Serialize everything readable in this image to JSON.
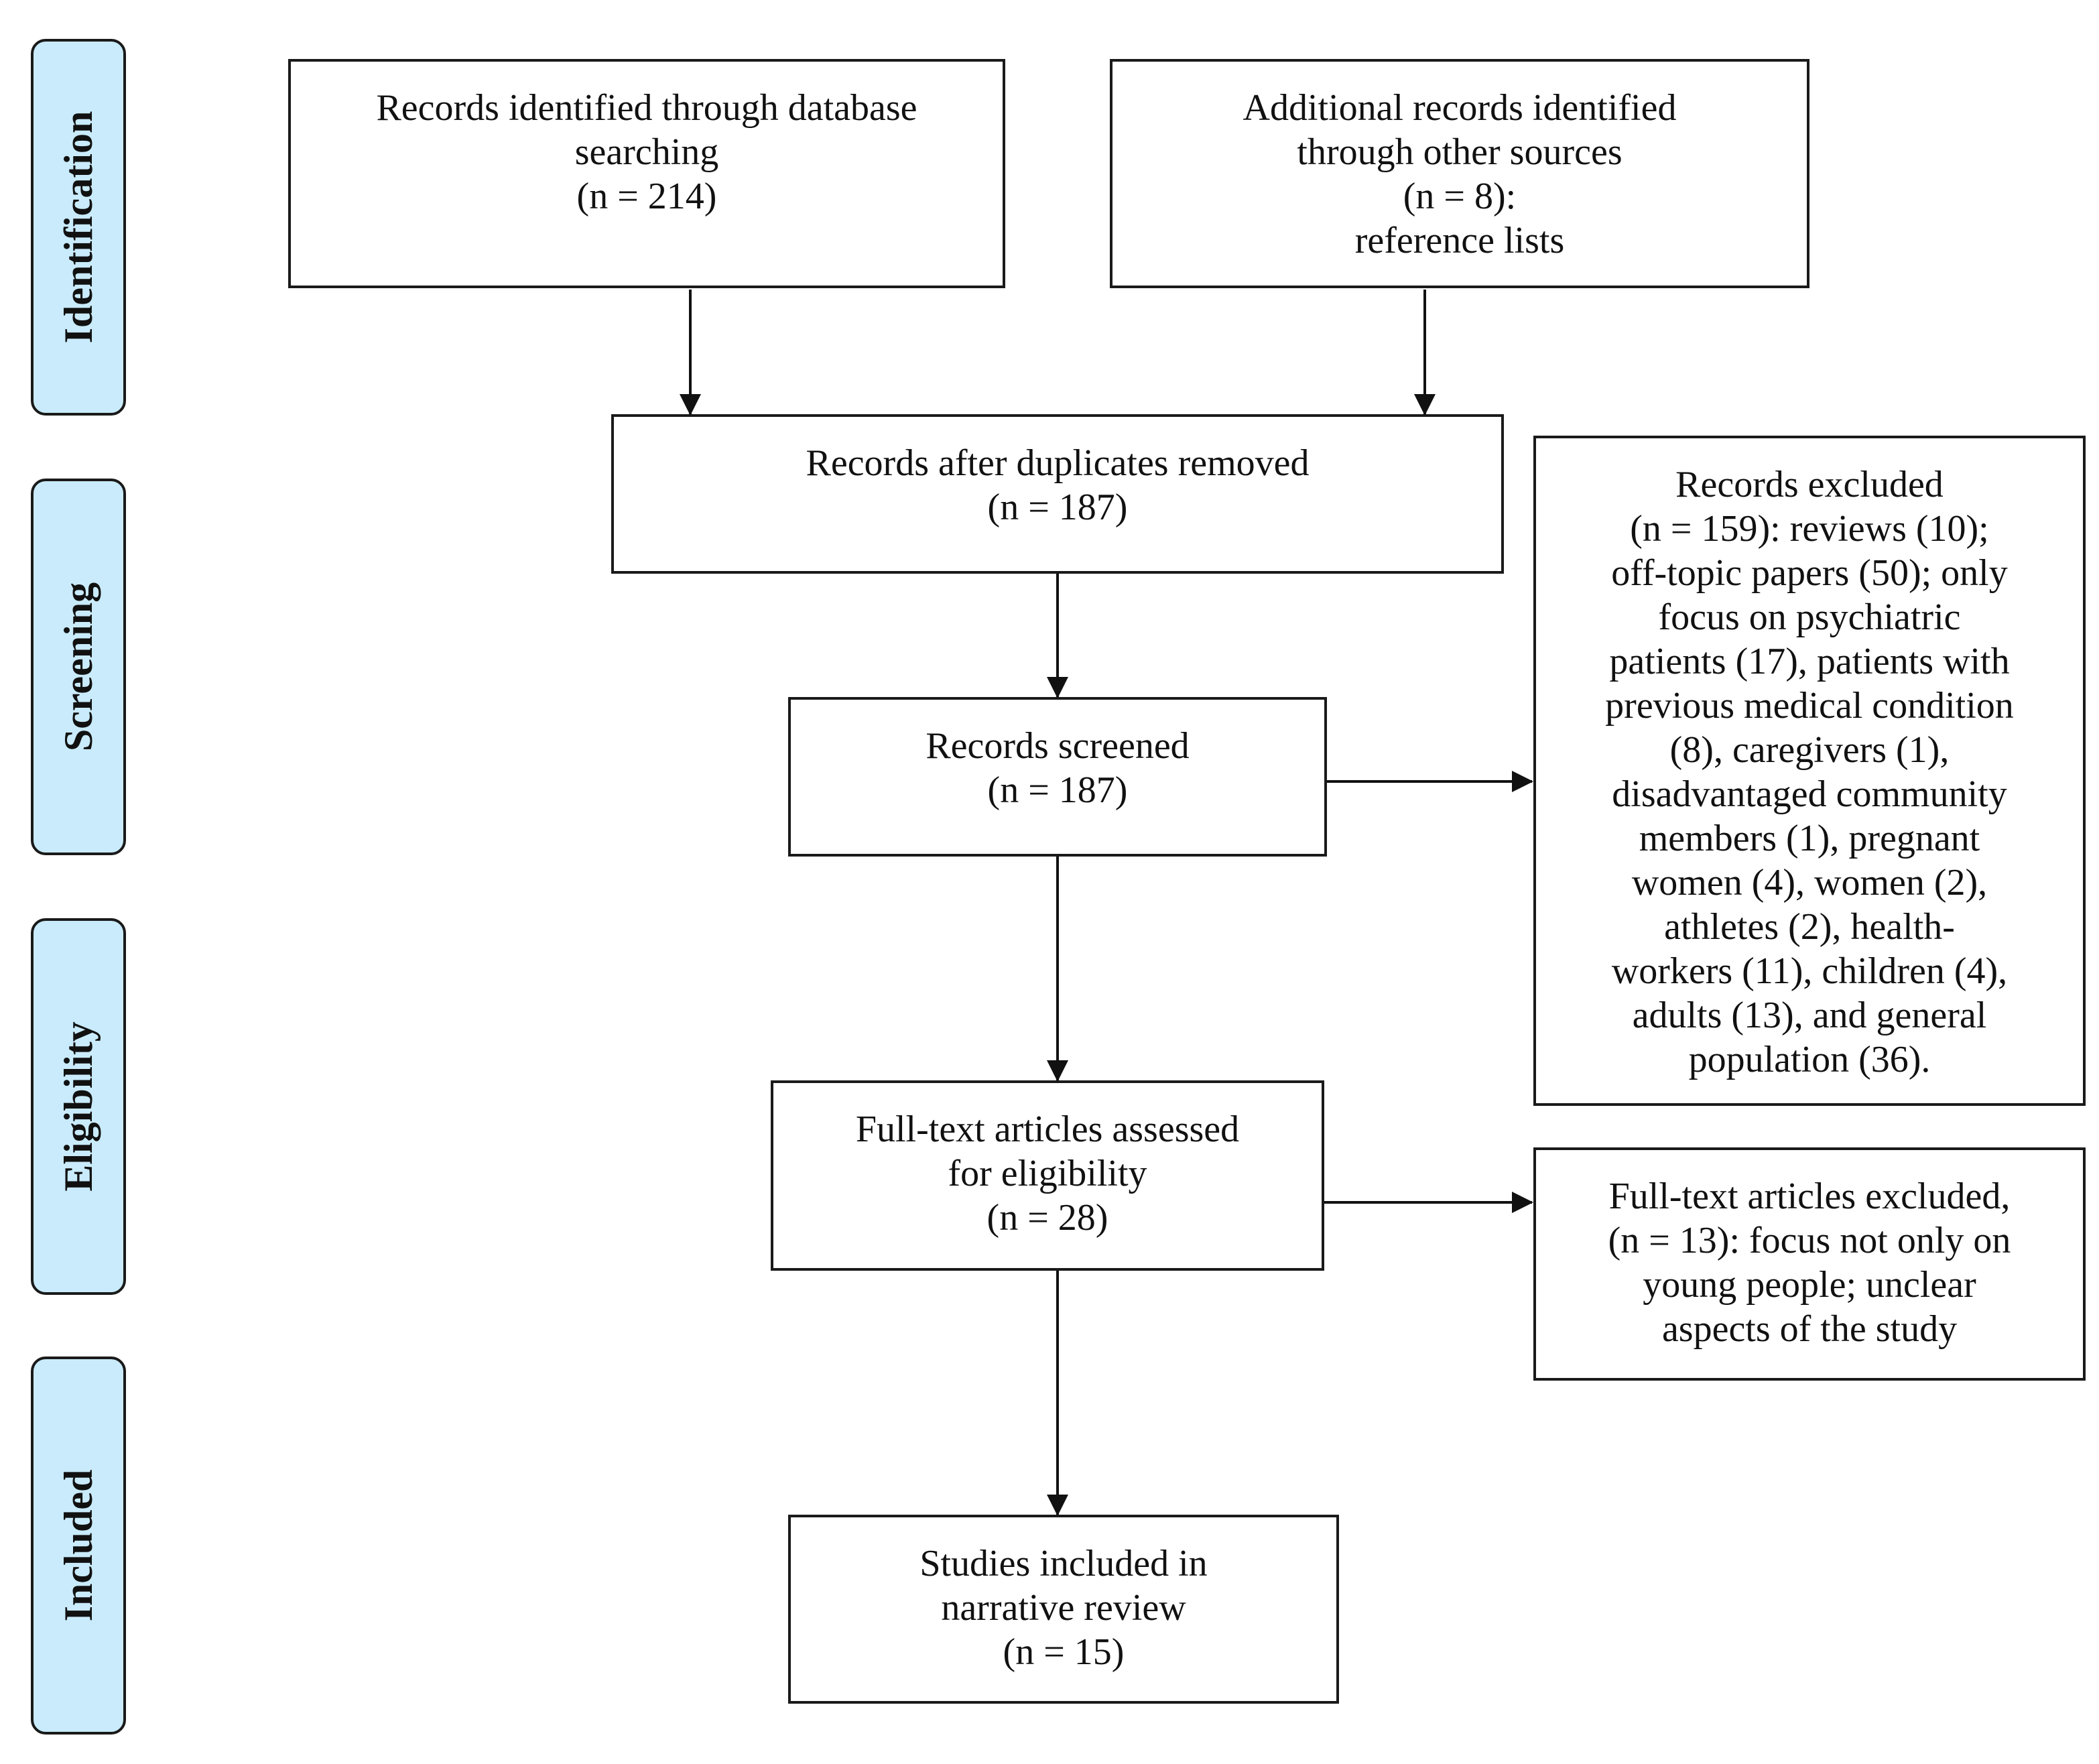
{
  "stages": {
    "identification": "Identification",
    "screening": "Screening",
    "eligibility": "Eligibility",
    "included": "Included"
  },
  "boxes": {
    "database": {
      "lines": [
        "Records identified through database",
        "searching",
        "(n = 214)"
      ]
    },
    "additional": {
      "lines": [
        "Additional records identified",
        "through other sources",
        "(n = 8):",
        "reference lists"
      ]
    },
    "duplicates": {
      "lines": [
        "Records after duplicates removed",
        "(n = 187)"
      ]
    },
    "screened": {
      "lines": [
        "Records screened",
        "(n = 187)"
      ]
    },
    "excluded": {
      "lines": [
        "Records excluded",
        "(n = 159): reviews (10);",
        "off-topic papers (50); only",
        "focus on psychiatric",
        "patients (17), patients with",
        "previous medical condition",
        "(8), caregivers (1),",
        "disadvantaged community",
        "members (1), pregnant",
        "women (4), women (2),",
        "athletes (2), health-",
        "workers (11), children (4),",
        "adults (13), and general",
        "population (36)."
      ]
    },
    "fulltext": {
      "lines": [
        "Full-text articles assessed",
        "for eligibility",
        "(n = 28)"
      ]
    },
    "fulltext_excluded": {
      "lines": [
        "Full-text articles excluded,",
        "(n = 13): focus not only on",
        "young people; unclear",
        "aspects of the study"
      ]
    },
    "included": {
      "lines": [
        "Studies included in",
        "narrative review",
        "(n = 15)"
      ]
    }
  },
  "colors": {
    "stage_fill": "#c9ebfb",
    "stroke": "#1a1a1a"
  }
}
